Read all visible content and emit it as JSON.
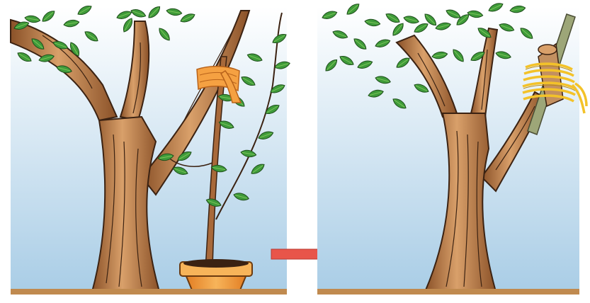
{
  "figure": {
    "panels": [
      {
        "id": "before",
        "elements": [
          "mature-tree",
          "potted-sapling",
          "orange-bandage"
        ]
      },
      {
        "id": "after",
        "elements": [
          "mature-tree",
          "grafted-stub",
          "yellow-binding"
        ]
      }
    ],
    "transition": "arrow-right"
  },
  "colors": {
    "sky_top": "#ffffff",
    "sky_bottom": "#a9cde6",
    "ground": "#c08a4f",
    "trunk": "#a8693a",
    "trunk_highlight": "#d9a06a",
    "trunk_outline": "#3b2212",
    "leaf": "#3f9b3a",
    "leaf_light": "#7dc65a",
    "pot": "#f09a3a",
    "pot_rim": "#f7b45a",
    "bandage": "#f5a142",
    "binding": "#f3c229",
    "stub": "#9da678",
    "arrow": "#e8554a"
  }
}
